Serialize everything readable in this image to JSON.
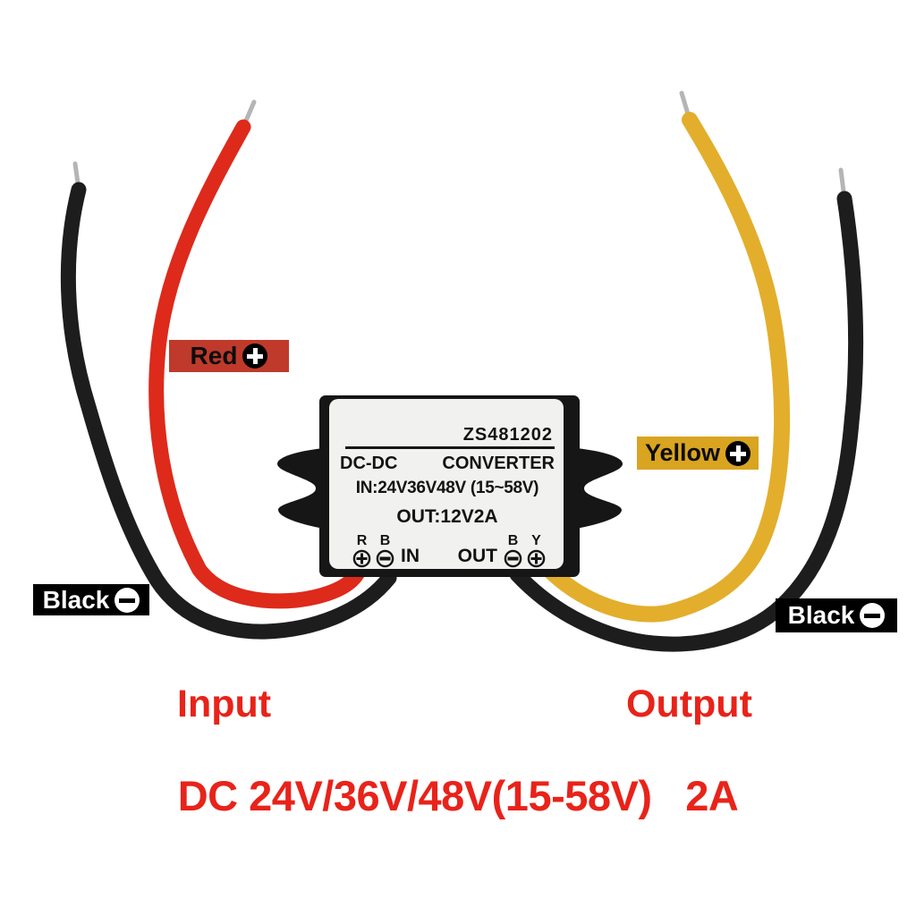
{
  "module_label": {
    "model": "ZS481202",
    "title_left": "DC-DC",
    "title_right": "CONVERTER",
    "input_spec": "IN:24V36V48V (15~58V)",
    "output_spec": "OUT:12V2A",
    "in_port": {
      "label": "IN",
      "letters": [
        "R",
        "B"
      ]
    },
    "out_port": {
      "label": "OUT",
      "letters": [
        "B",
        "Y"
      ]
    }
  },
  "wire_tags": {
    "red": "Red",
    "yellow": "Yellow",
    "black_left": "Black",
    "black_right": "Black"
  },
  "captions": {
    "input": "Input",
    "output": "Output",
    "spec": "DC 24V/36V/48V(15-58V)   2A"
  },
  "colors": {
    "accent_text": "#e8231a",
    "red_wire": "#dd2a1b",
    "yellow_wire": "#e3ae2b",
    "black_wire": "#1d1d1d",
    "red_tag_bg": "#bf3a2b",
    "yellow_tag_bg": "#d9a420",
    "black_tag_bg": "#000000",
    "module_body": "#161616",
    "module_label_bg": "#f1f1ef",
    "tip_silver": "#b5b5b5"
  }
}
